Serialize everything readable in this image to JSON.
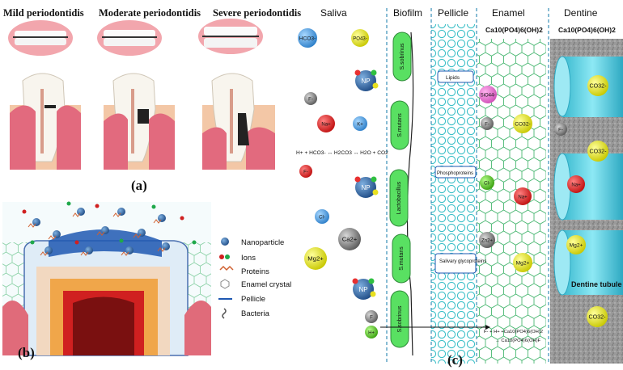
{
  "panel_a": {
    "labels": [
      "Mild periodontidis",
      "Moderate periodontidis",
      "Severe periodontidis"
    ],
    "tag": "(a)"
  },
  "panel_b": {
    "tag": "(b)",
    "legend": [
      {
        "icon": "nanoparticle-icon",
        "text": "Nanoparticle"
      },
      {
        "icon": "ions-icon",
        "text": "Ions"
      },
      {
        "icon": "proteins-icon",
        "text": "Proteins"
      },
      {
        "icon": "enamel-crystal-icon",
        "text": "Enamel crystal"
      },
      {
        "icon": "pellicle-icon",
        "text": "Pellicle"
      },
      {
        "icon": "bacteria-icon",
        "text": "Bacteria"
      }
    ]
  },
  "panel_c": {
    "tag": "(c)",
    "columns": [
      "Saliva",
      "Biofilm",
      "Pellicle",
      "Enamel",
      "Dentine"
    ],
    "formula_enamel": "Ca10(PO4)6(OH)2",
    "formula_dentine": "Ca10(PO4)6(OH)2",
    "saliva_ions": [
      "HCO3-",
      "PO43-",
      "F-",
      "Na+",
      "K+",
      "F-",
      "Cl-",
      "Ca2+",
      "Mg2+",
      "F",
      "H+"
    ],
    "np_label": "NP",
    "equation": "H+ + HCO3- ↔ H2CO3 ↔ H2O + CO2",
    "bacteria": [
      "S.sobrinus",
      "S.mutans",
      "Lactobacillus",
      "S.mutans",
      "S.sobrinus"
    ],
    "pellicle_boxes": [
      "Lipids",
      "Phosphoproteins",
      "Salivary glycoproteins"
    ],
    "enamel_ions": [
      "SiO44-",
      "F-",
      "CO32-",
      "Na+",
      "Cl-",
      "Zn2+",
      "Mg2+"
    ],
    "dentine_ions": [
      "CO32-",
      "F-",
      "CO32-",
      "Na+",
      "Mg2+",
      "CO32-"
    ],
    "dentine_label": "Dentine tubule",
    "reaction_1": "F- + H+ +Ca10(PO4)6(OH)2",
    "reaction_2": "→ Ca10(PO4)6(OH)F"
  },
  "colors": {
    "saliva_bg": "#ffffff",
    "biofilm_line": "#3a8fb7",
    "pellicle_circle": "#3cc0c8",
    "enamel_hex": "#4bb873",
    "dentine_bg": "#8a8a8a",
    "tubule": "#56d3e6",
    "bacteria_green": "#59e062",
    "gum": "#e06b7a"
  }
}
